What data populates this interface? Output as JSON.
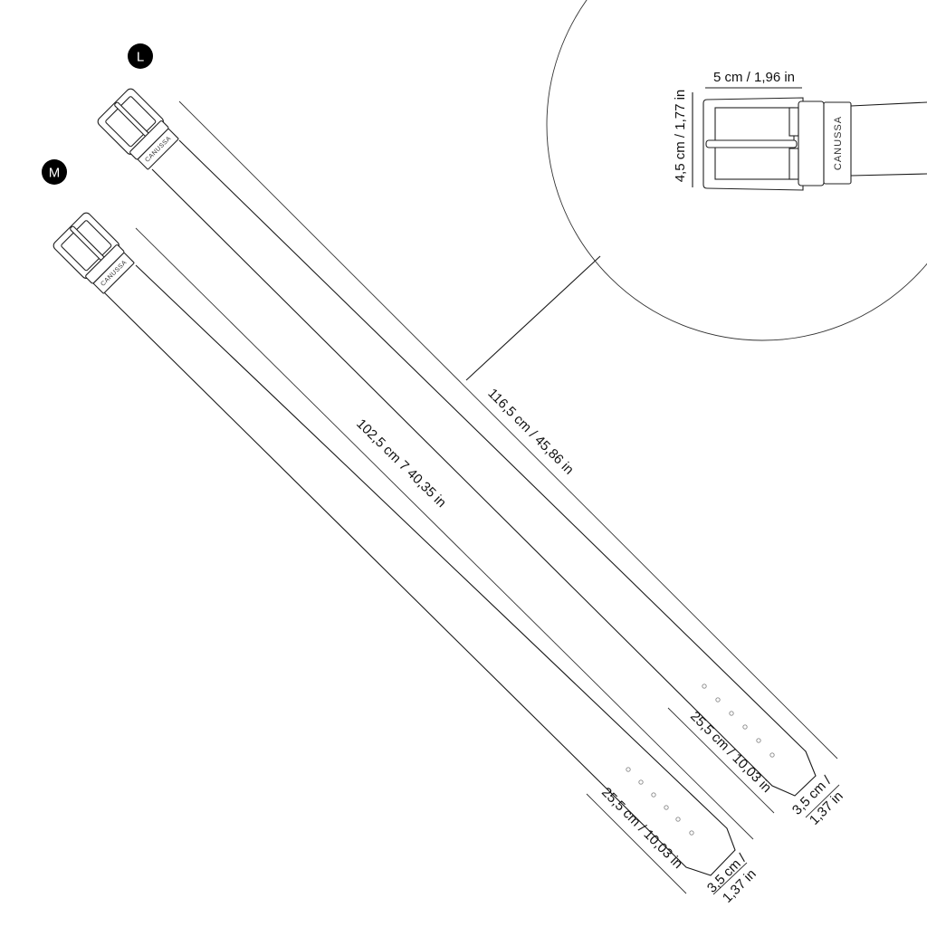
{
  "sizes": {
    "L": {
      "badge": "L",
      "length_label": "116,5 cm / 45,86 in",
      "tip_length_label": "25,5 cm / 10,03 in",
      "width_label_1": "3,5 cm /",
      "width_label_2": "1,37 in",
      "brand": "CANUSSA",
      "holes": 6
    },
    "M": {
      "badge": "M",
      "length_label": "102,5 cm 7  40,35 in",
      "tip_length_label": "25,5 cm / 10,03 in",
      "width_label_1": "3,5 cm /",
      "width_label_2": "1,37 in",
      "brand": "CANUSSA",
      "holes": 6
    }
  },
  "detail": {
    "buckle_width_label": "5 cm / 1,96 in",
    "buckle_height_label": "4,5 cm / 1,77 in",
    "brand": "CANUSSA"
  },
  "colors": {
    "line": "#1a1a1a",
    "badge": "#000000",
    "background": "#ffffff"
  }
}
